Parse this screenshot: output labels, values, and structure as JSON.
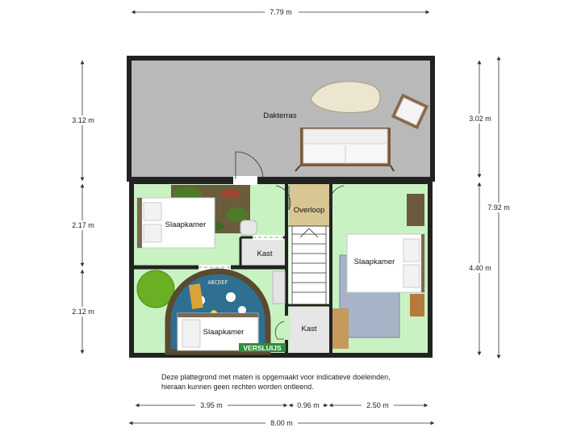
{
  "dimensions": {
    "top_width": "7.79 m",
    "left_1": "3.12 m",
    "left_2": "2.17 m",
    "left_3": "2.12 m",
    "right_inner_1": "3.02 m",
    "right_inner_2": "4.40 m",
    "right_outer": "7.92 m",
    "bottom_1": "3.95 m",
    "bottom_2": "0.96 m",
    "bottom_3": "2.50 m",
    "bottom_total": "8.00 m"
  },
  "rooms": {
    "terrace": "Dakterras",
    "bedroom_1": "Slaapkamer",
    "bedroom_2": "Slaapkamer",
    "bedroom_3": "Slaapkamer",
    "landing": "Overloop",
    "closet_1": "Kast",
    "closet_2": "Kast"
  },
  "rug_letters": "ABCDEF",
  "stamp": "VERSLUIJS",
  "note": {
    "line1": "Deze plattegrond met maten is opgemaakt voor indicatieve doeleinden,",
    "line2": "hieraan kunnen geen rechten worden ontleend."
  },
  "colors": {
    "wall": "#222222",
    "terrace_floor": "#b9b9b9",
    "bedroom_floor": "#c9f2c3",
    "landing_floor": "#d8c694",
    "closet_floor": "#e5e5e5"
  }
}
